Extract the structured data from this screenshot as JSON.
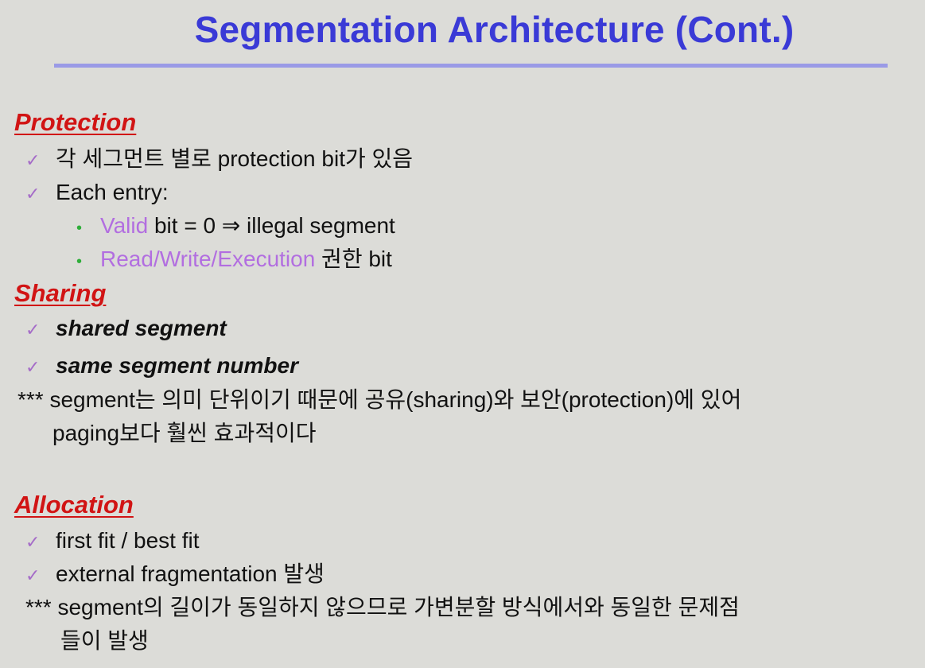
{
  "title": "Segmentation Architecture (Cont.)",
  "protection": {
    "heading": "Protection",
    "item1": "각 세그먼트 별로 protection bit가 있음",
    "item2": "Each entry:",
    "sub1_hl": "Valid",
    "sub1_rest": " bit = 0 ⇒ illegal segment",
    "sub2_hl": "Read/Write/Execution",
    "sub2_rest": " 권한 bit"
  },
  "sharing": {
    "heading": "Sharing",
    "item1": "shared segment",
    "item2": "same segment number",
    "note_prefix": "***",
    "note_line1": "segment는 의미 단위이기 때문에 공유(sharing)와 보안(protection)에 있어",
    "note_line2": "paging보다 훨씬 효과적이다"
  },
  "allocation": {
    "heading": "Allocation",
    "item1": "first fit / best fit",
    "item2": "external fragmentation 발생",
    "note_prefix": "***",
    "note_line1": "segment의 길이가 동일하지 않으므로 가변분할 방식에서와 동일한 문제점",
    "note_line2": "들이 발생"
  },
  "icons": {
    "check": "✓",
    "bullet": "•"
  },
  "colors": {
    "title": "#3a3ad6",
    "heading": "#d11414",
    "highlight": "#b26ee0",
    "check": "#a56cc8",
    "bullet": "#2fae3a"
  }
}
